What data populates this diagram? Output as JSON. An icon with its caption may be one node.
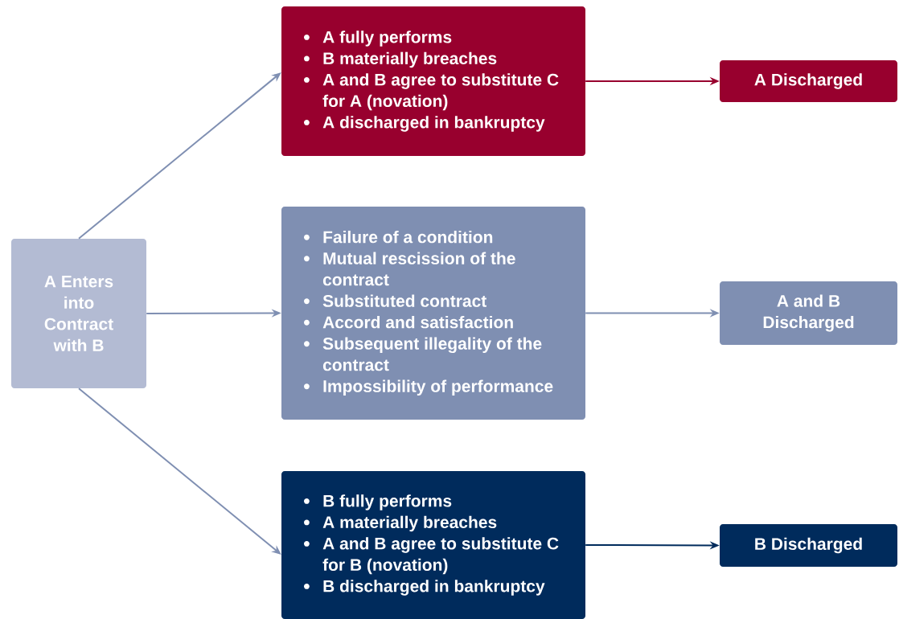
{
  "diagram": {
    "nodes": [
      {
        "text": [
          "A Enters into Contract with B"
        ]
      },
      {
        "text": [
          "A fully performs",
          "B materially breaches",
          "A and B agree to substitute C for A (novation)",
          "A discharged in bankruptcy"
        ]
      },
      {
        "text": [
          "Failure of a condition",
          "Mutual rescission of the contract",
          "Substituted contract",
          "Accord and satisfaction",
          "Subsequent illegality of the contract",
          "Impossibility of performance"
        ]
      },
      {
        "text": [
          "B fully performs",
          "A materially breaches",
          "A and B agree to substitute C for B (novation)",
          "B discharged in bankruptcy"
        ]
      },
      {
        "text": [
          "A Discharged"
        ]
      },
      {
        "text": [
          "A and B Discharged"
        ]
      },
      {
        "text": [
          "B Discharged"
        ]
      }
    ],
    "edges": [
      {
        "from": 0,
        "to": 1,
        "arrow": "to"
      },
      {
        "from": 0,
        "to": 2,
        "arrow": "to"
      },
      {
        "from": 0,
        "to": 3,
        "arrow": "to"
      },
      {
        "from": 1,
        "to": 4,
        "arrow": "to",
        "color": "#98002e"
      },
      {
        "from": 2,
        "to": 5,
        "arrow": "to"
      },
      {
        "from": 3,
        "to": 6,
        "arrow": "to",
        "color": "#002b5c"
      }
    ]
  }
}
